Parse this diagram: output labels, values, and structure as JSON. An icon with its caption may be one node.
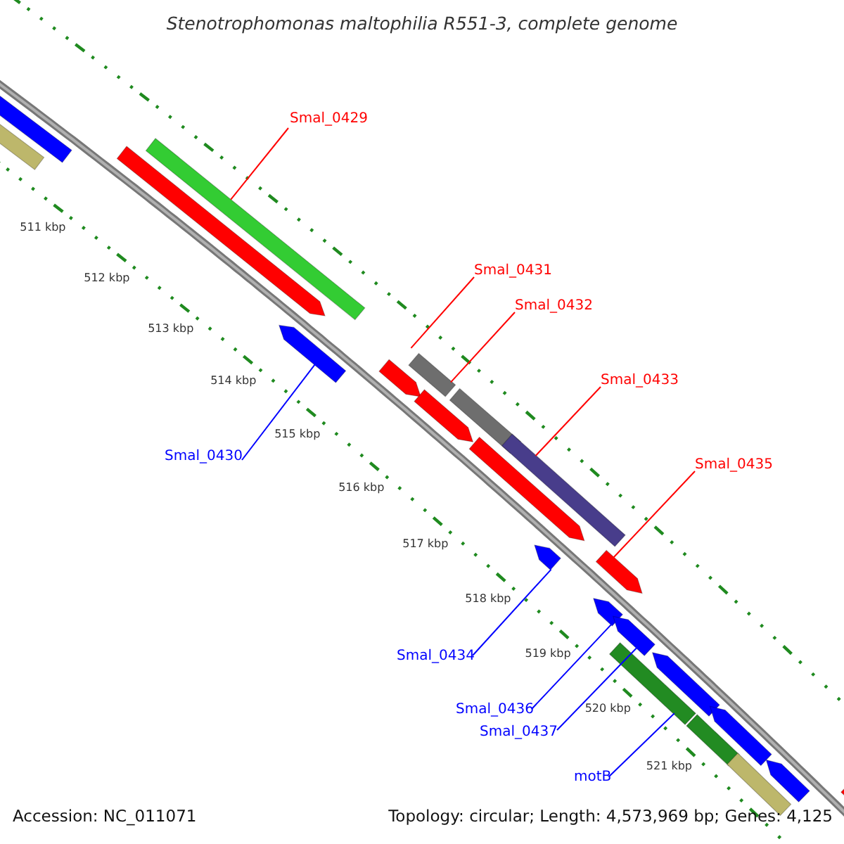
{
  "diagram": {
    "title": "Stenotrophomonas maltophilia R551-3, complete genome",
    "nodes": [
      {
        "text": [
          "Smal_0429"
        ]
      },
      {
        "text": [
          "Smal_0431"
        ]
      },
      {
        "text": [
          "Smal_0432"
        ]
      },
      {
        "text": [
          "Smal_0433"
        ]
      },
      {
        "text": [
          "Smal_0430"
        ]
      },
      {
        "text": [
          "Smal_0435"
        ]
      },
      {
        "text": [
          "Smal_0434"
        ]
      },
      {
        "text": [
          "Smal_0436"
        ]
      },
      {
        "text": [
          "Smal_0437"
        ]
      },
      {
        "text": [
          "motB"
        ]
      },
      {
        "text": [],
        "shape": "bar"
      },
      {
        "text": [],
        "shape": "bar"
      },
      {
        "text": [],
        "shape": "bar"
      },
      {
        "text": [],
        "shape": "bar"
      },
      {
        "text": [],
        "shape": "bar"
      },
      {
        "text": [],
        "shape": "bar"
      },
      {
        "text": [],
        "shape": "bar"
      },
      {
        "text": [],
        "shape": "bar"
      },
      {
        "text": [],
        "shape": "bar"
      },
      {
        "text": [],
        "shape": "bar"
      },
      {
        "text": [],
        "shape": "bar"
      },
      {
        "text": [],
        "shape": "bar"
      },
      {
        "text": [],
        "shape": "bar"
      },
      {
        "text": [],
        "shape": "bar"
      },
      {
        "text": [],
        "shape": "bar"
      },
      {
        "text": [],
        "shape": "bar"
      },
      {
        "text": [],
        "shape": "bar"
      },
      {
        "text": [],
        "shape": "bar"
      },
      {
        "text": [],
        "shape": "bar"
      },
      {
        "text": [],
        "shape": "bar"
      },
      {
        "text": [],
        "shape": "bar"
      },
      {
        "text": [],
        "shape": "bar"
      }
    ],
    "edges": [
      {
        "from": 0,
        "to": 13,
        "arrow": "none",
        "color": "#ff0000"
      },
      {
        "from": 1,
        "to": 16,
        "arrow": "none",
        "color": "#ff0000"
      },
      {
        "from": 2,
        "to": 18,
        "arrow": "none",
        "color": "#ff0000"
      },
      {
        "from": 3,
        "to": 20,
        "arrow": "none",
        "color": "#ff0000"
      },
      {
        "from": 4,
        "to": 14,
        "arrow": "none",
        "color": "#0000ff"
      },
      {
        "from": 5,
        "to": 22,
        "arrow": "none",
        "color": "#ff0000"
      },
      {
        "from": 6,
        "to": 21,
        "arrow": "none",
        "color": "#0000ff"
      },
      {
        "from": 7,
        "to": 23,
        "arrow": "none",
        "color": "#0000ff"
      },
      {
        "from": 8,
        "to": 24,
        "arrow": "none",
        "color": "#0000ff"
      },
      {
        "from": 9,
        "to": 25,
        "arrow": "none",
        "color": "#0000ff"
      }
    ],
    "labels": [
      "511 kbp",
      "512 kbp",
      "513 kbp",
      "514 kbp",
      "515 kbp",
      "516 kbp",
      "517 kbp",
      "518 kbp",
      "519 kbp",
      "520 kbp",
      "521 kbp",
      "Accession: NC_011071",
      "Topology: circular; Length: 4,573,969 bp; Genes: 4,125"
    ]
  }
}
